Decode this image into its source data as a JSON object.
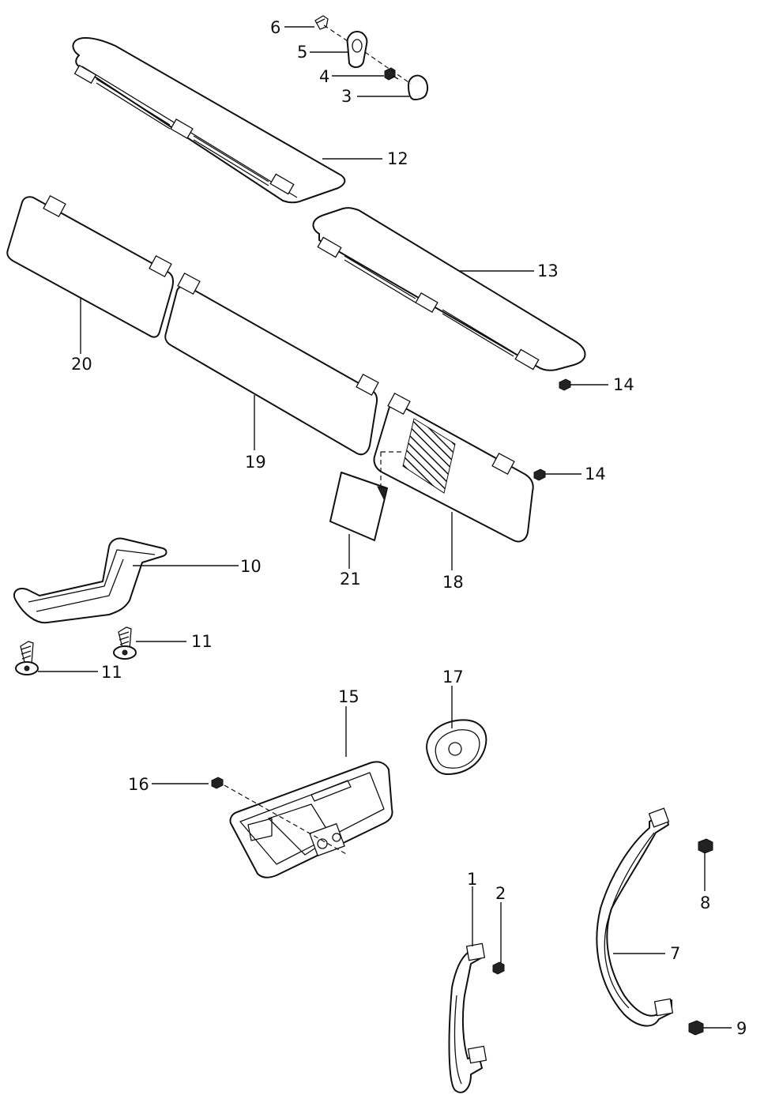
{
  "diagram": {
    "callouts": {
      "c1": "1",
      "c2": "2",
      "c3": "3",
      "c4": "4",
      "c5": "5",
      "c6": "6",
      "c7": "7",
      "c8": "8",
      "c9": "9",
      "c10": "10",
      "c11a": "11",
      "c11b": "11",
      "c12": "12",
      "c13": "13",
      "c14a": "14",
      "c14b": "14",
      "c15": "15",
      "c16": "16",
      "c17": "17",
      "c18": "18",
      "c19": "19",
      "c20": "20",
      "c21": "21"
    }
  }
}
